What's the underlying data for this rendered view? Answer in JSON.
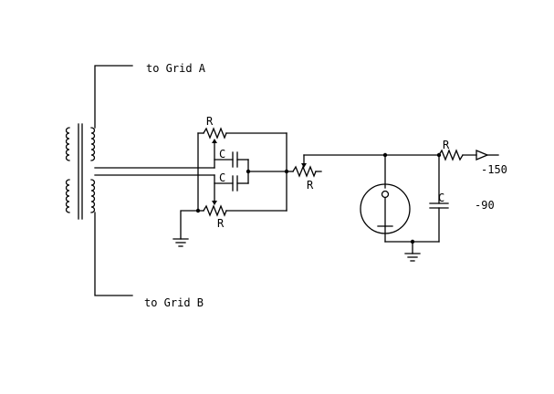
{
  "labels": {
    "grid_a": "to Grid A",
    "grid_b": "to Grid B",
    "r_top": "R",
    "r_bottom": "R",
    "r_mid": "R",
    "r_right": "R",
    "c_top": "C",
    "c_bottom": "C",
    "c_right": "C",
    "v_neg150": "-150",
    "v_neg90": "-90"
  },
  "colors": {
    "ink": "#000000",
    "background": "#ffffff"
  }
}
